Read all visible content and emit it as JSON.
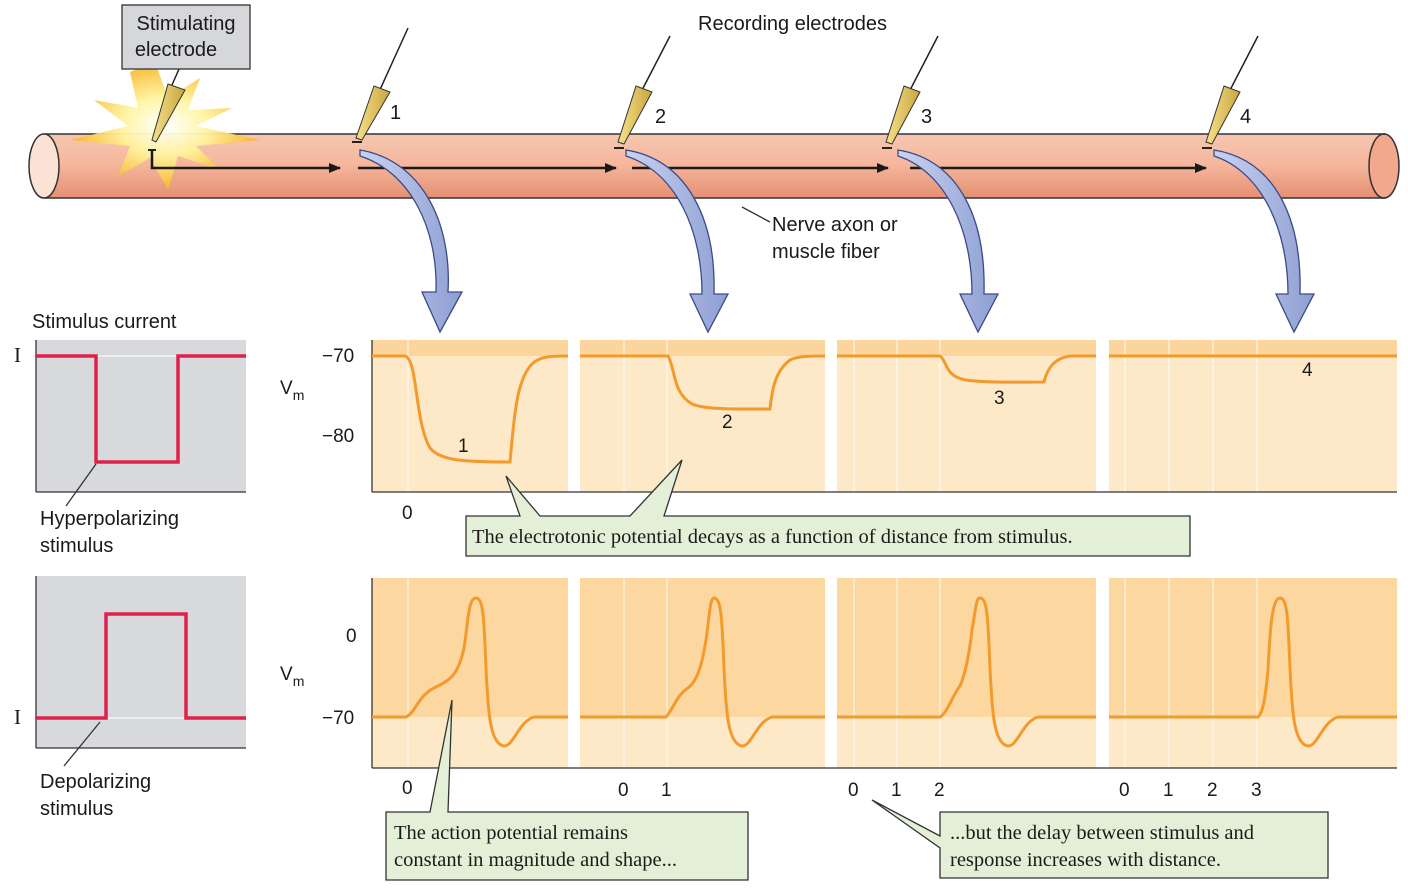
{
  "labels": {
    "stimulating_electrode": [
      "Stimulating",
      "electrode"
    ],
    "recording_electrodes": "Recording electrodes",
    "nerve_axon": [
      "Nerve axon or",
      "muscle fiber"
    ],
    "stimulus_current": "Stimulus current",
    "hyperpolarizing": [
      "Hyperpolarizing",
      "stimulus"
    ],
    "depolarizing": [
      "Depolarizing",
      "stimulus"
    ],
    "current_symbol": "I",
    "vm": "V",
    "vm_sub": "m"
  },
  "electrodes": [
    "1",
    "2",
    "3",
    "4"
  ],
  "top_axis": {
    "ticks": [
      "−70",
      "−80"
    ],
    "zero": "0"
  },
  "top_trace_labels": [
    "1",
    "2",
    "3",
    "4"
  ],
  "bottom_axis": {
    "ticks": [
      "0",
      "−70"
    ]
  },
  "bottom_time_labels": [
    [
      "0"
    ],
    [
      "0",
      "1"
    ],
    [
      "0",
      "1",
      "2"
    ],
    [
      "0",
      "1",
      "2",
      "3"
    ]
  ],
  "callouts": {
    "decay": "The electrotonic potential decays as a function of distance from stimulus.",
    "constant": [
      "The action potential remains",
      "constant in magnitude and shape..."
    ],
    "delay": [
      "...but the delay between stimulus and",
      "response increases with distance."
    ]
  },
  "colors": {
    "axon": "#f4b49a",
    "trace": "#f39a2c",
    "stimulus": "#e0204a",
    "panel_top": "#fbd8a2",
    "panel_bottom": "#fde9cc",
    "callout": "#e3efd6",
    "arrow": "#aab8e0"
  }
}
